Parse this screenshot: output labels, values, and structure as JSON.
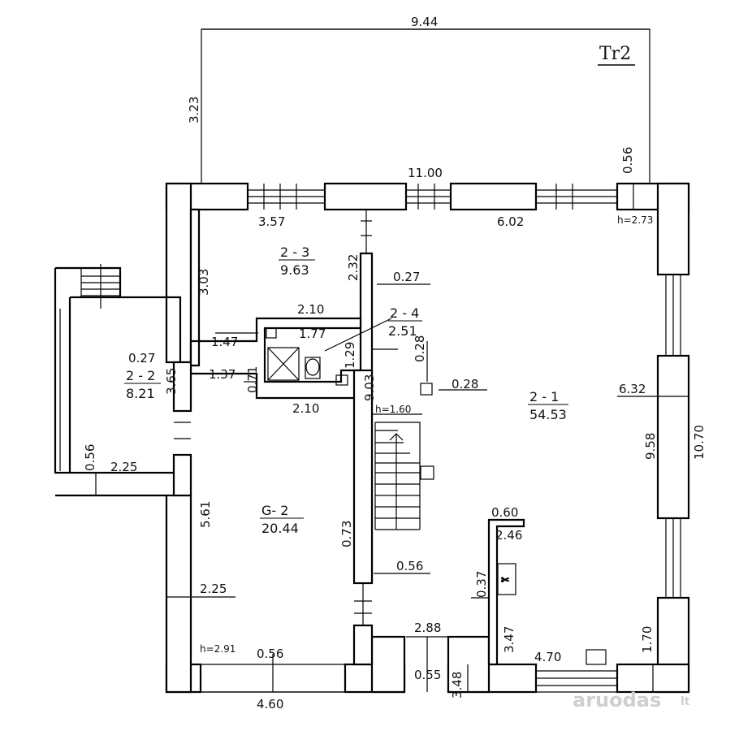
{
  "plan": {
    "sheet_label": "Tr2",
    "watermark": "aruodas",
    "watermark_suffix": "lt",
    "rooms": [
      {
        "id": "2-1",
        "name": "2 - 1",
        "area": "54.53"
      },
      {
        "id": "2-2",
        "name": "2 - 2",
        "area": "8.21"
      },
      {
        "id": "2-3",
        "name": "2 - 3",
        "area": "9.63"
      },
      {
        "id": "2-4",
        "name": "2 - 4",
        "area": "2.51"
      },
      {
        "id": "G-2",
        "name": "G- 2",
        "area": "20.44"
      }
    ],
    "heights": [
      "h=2.73",
      "h=1.60",
      "h=2.91"
    ],
    "dimensions": [
      "9.44",
      "3.23",
      "0.56",
      "11.00",
      "3.57",
      "6.02",
      "2.32",
      "0.27",
      "3.03",
      "2.10",
      "1.77",
      "0.28",
      "1.47",
      "1.29",
      "0.27",
      "3.65",
      "1.37",
      "0.71",
      "9.03",
      "0.28",
      "2.10",
      "0.56",
      "2.25",
      "9.58",
      "10.70",
      "6.32",
      "5.61",
      "0.73",
      "0.60",
      "2.46",
      "0.37",
      "0.56",
      "2.25",
      "2.88",
      "3.47",
      "0.56",
      "1.70",
      "0.55",
      "3.48",
      "4.70",
      "4.60"
    ]
  }
}
